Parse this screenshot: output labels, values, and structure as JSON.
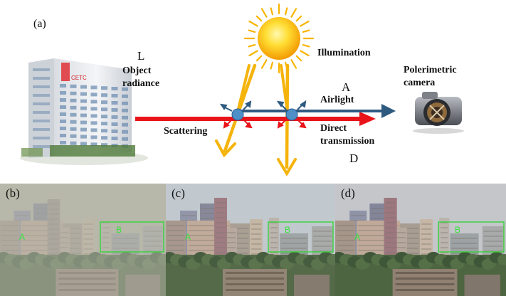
{
  "top": {
    "panel_label": "(a)",
    "building_sign": "CETC",
    "label_L": "L",
    "label_object_radiance": [
      "Object",
      "radiance"
    ],
    "label_illumination": "Illumination",
    "label_A": "A",
    "label_airlight": "Airlight",
    "label_scattering": "Scattering",
    "label_direct_transmission": [
      "Direct",
      "transmission"
    ],
    "label_D": "D",
    "label_camera": [
      "Polerimetric",
      "camera"
    ]
  },
  "bottom_panels": [
    {
      "label": "(b)",
      "region_a": "A",
      "region_b": "B"
    },
    {
      "label": "(c)",
      "region_a": "A",
      "region_b": "B"
    },
    {
      "label": "(d)",
      "region_a": "A",
      "region_b": "B"
    }
  ],
  "colors": {
    "red_beam": "#e8141a",
    "blue_beam": "#2f5a80",
    "sun_ray": "#f5b40c",
    "particle": "#4f8fc8",
    "green_box": "#35d43a"
  }
}
